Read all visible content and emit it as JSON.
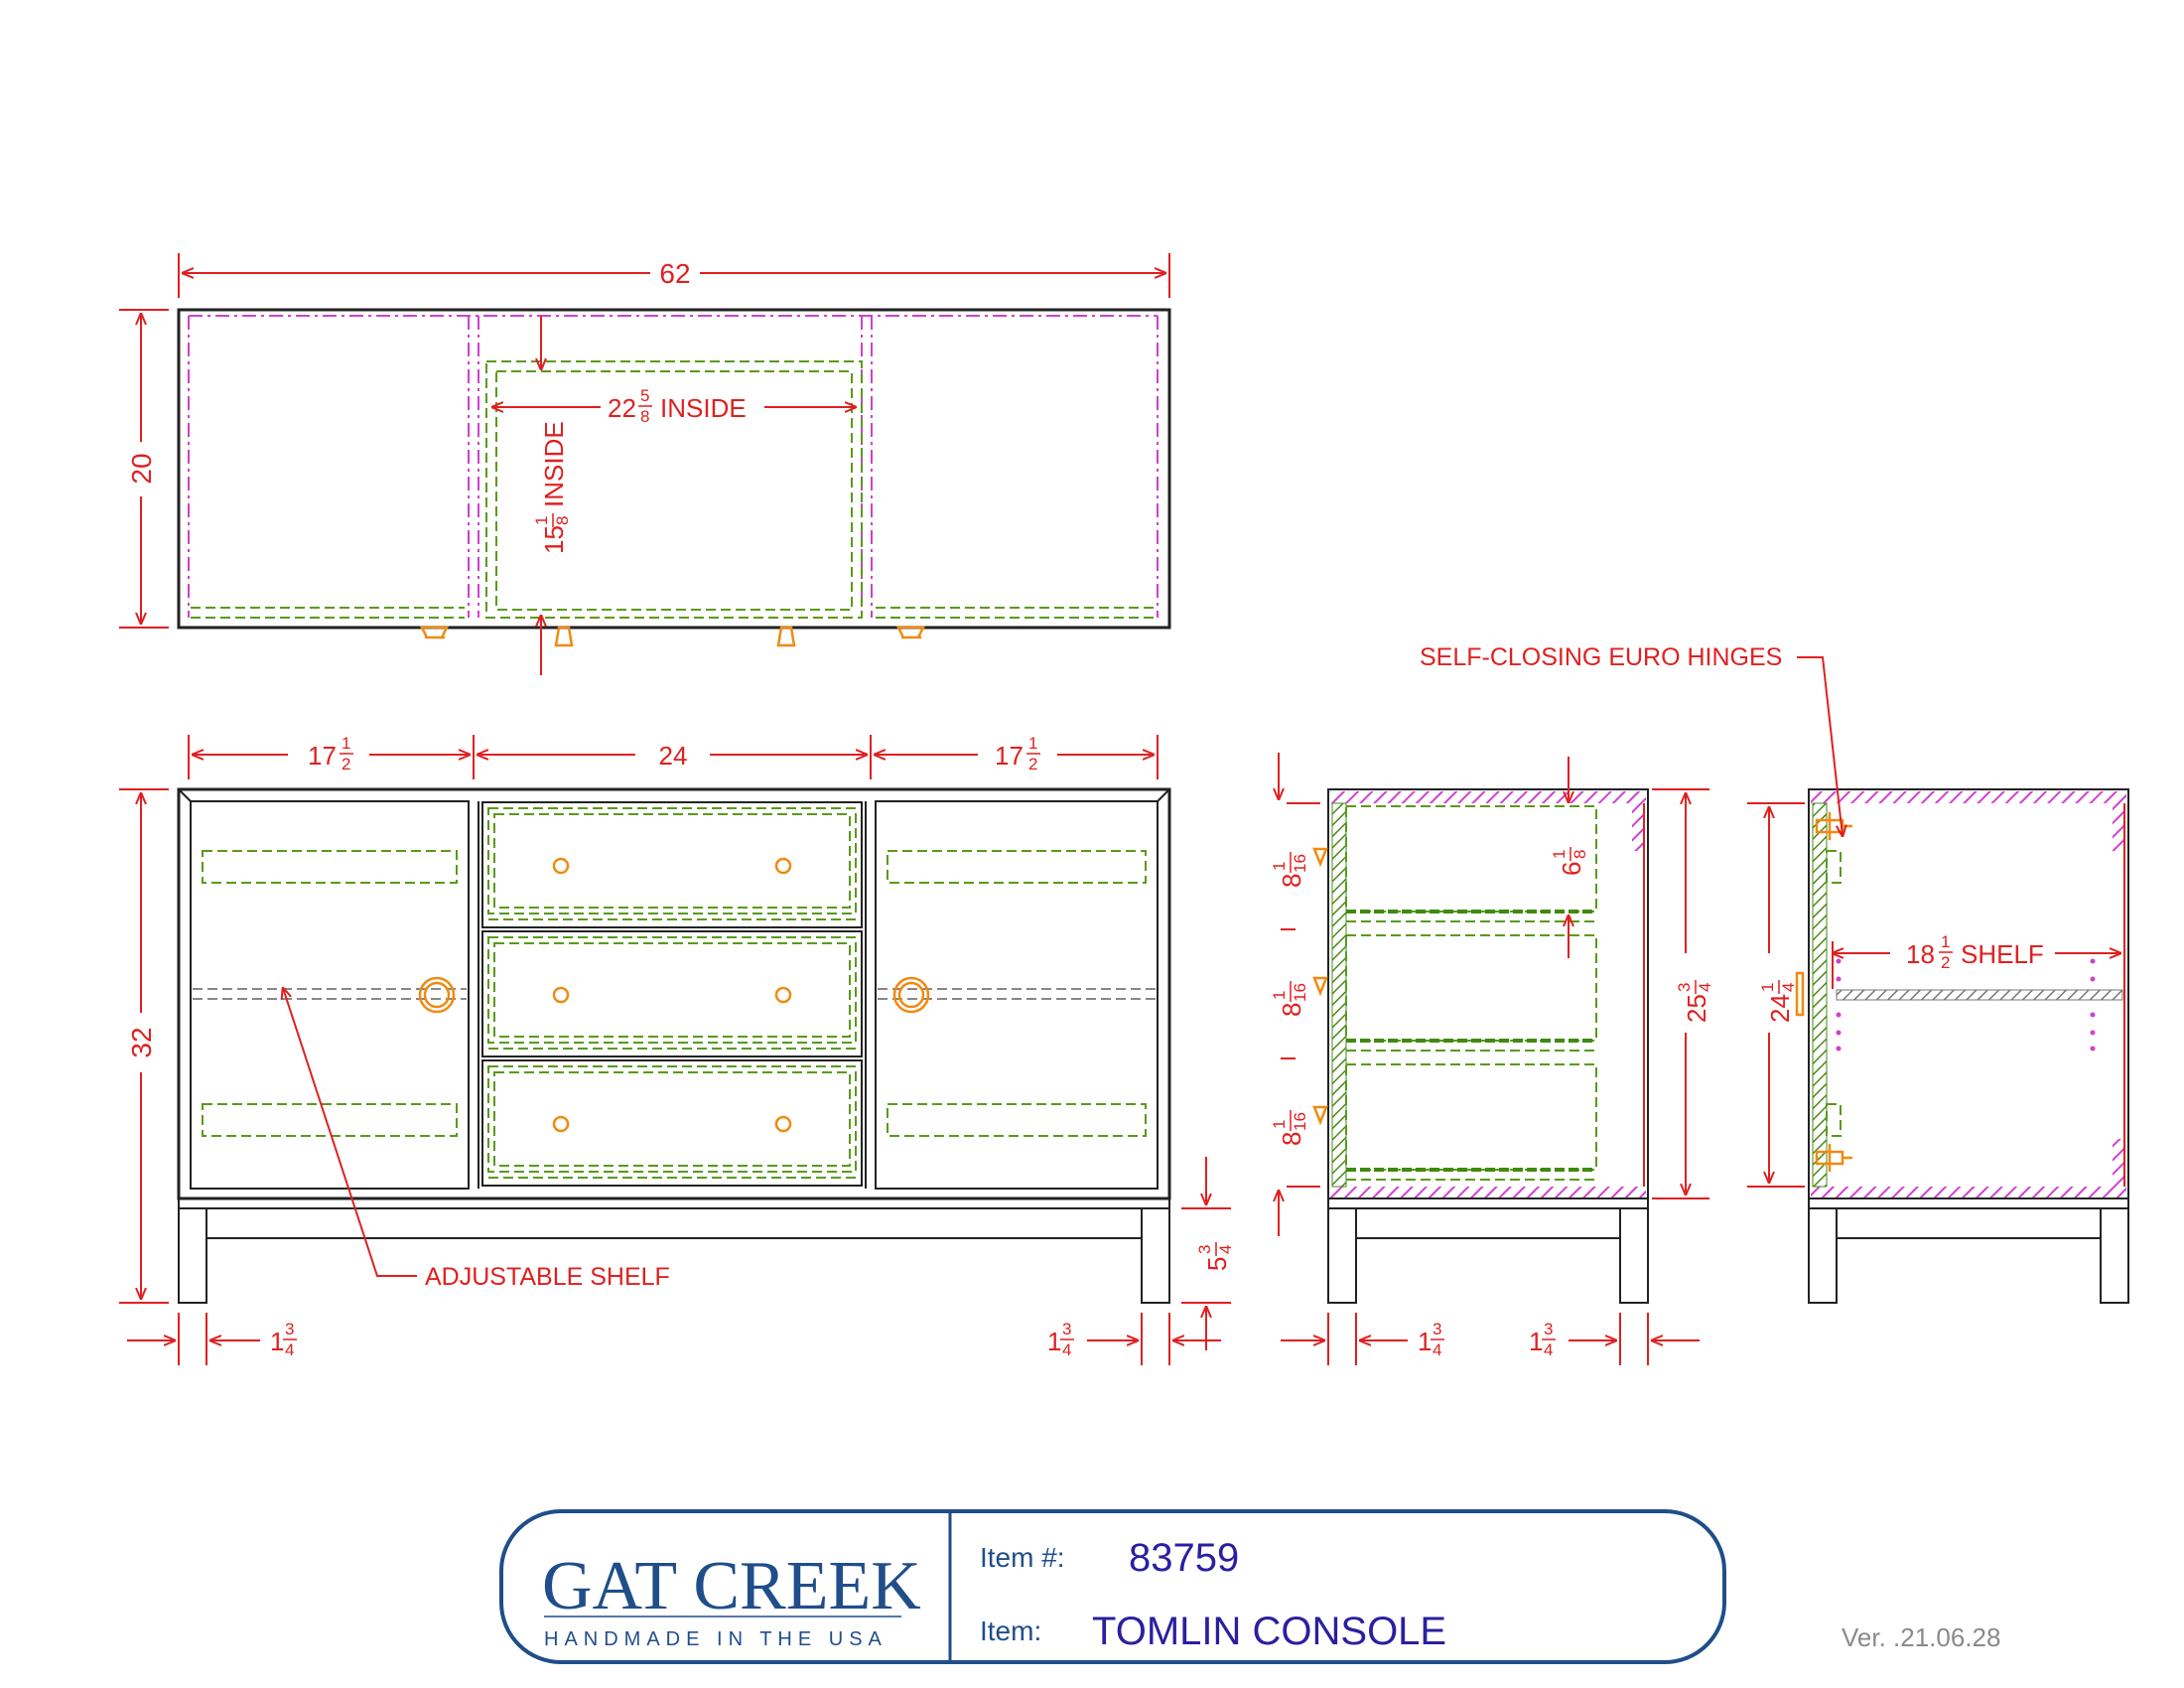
{
  "dimensions": {
    "top_width": "62",
    "top_depth": "20",
    "drawer_inside_width_whole": "22",
    "drawer_inside_width_num": "5",
    "drawer_inside_width_den": "8",
    "drawer_inside_width_label": "INSIDE",
    "drawer_inside_depth_whole": "15",
    "drawer_inside_depth_num": "1",
    "drawer_inside_depth_den": "8",
    "drawer_inside_depth_label": "INSIDE",
    "left_bay_whole": "17",
    "left_bay_num": "1",
    "left_bay_den": "2",
    "center_bay": "24",
    "right_bay_whole": "17",
    "right_bay_num": "1",
    "right_bay_den": "2",
    "overall_height": "32",
    "leg_height_whole": "5",
    "leg_height_num": "3",
    "leg_height_den": "4",
    "leg_inset_left_whole": "1",
    "leg_inset_left_num": "3",
    "leg_inset_left_den": "4",
    "leg_inset_right_whole": "1",
    "leg_inset_right_num": "3",
    "leg_inset_right_den": "4",
    "drawer_height_1_whole": "8",
    "drawer_height_1_num": "1",
    "drawer_height_1_den": "16",
    "drawer_height_2_whole": "8",
    "drawer_height_2_num": "1",
    "drawer_height_2_den": "16",
    "drawer_height_3_whole": "8",
    "drawer_height_3_num": "1",
    "drawer_height_3_den": "16",
    "drawer_inside_height_whole": "6",
    "drawer_inside_height_num": "1",
    "drawer_inside_height_den": "8",
    "side_height_whole": "25",
    "side_height_num": "3",
    "side_height_den": "4",
    "side_leg_left_whole": "1",
    "side_leg_left_num": "3",
    "side_leg_left_den": "4",
    "side_leg_right_whole": "1",
    "side_leg_right_num": "3",
    "side_leg_right_den": "4",
    "door_height_whole": "24",
    "door_height_num": "1",
    "door_height_den": "4",
    "shelf_depth_whole": "18",
    "shelf_depth_num": "1",
    "shelf_depth_den": "2",
    "shelf_label": "SHELF"
  },
  "notes": {
    "adjustable_shelf": "ADJUSTABLE SHELF",
    "hinges": "SELF-CLOSING EURO HINGES"
  },
  "title_block": {
    "brand": "GAT CREEK",
    "tagline": "HANDMADE IN THE USA",
    "item_number_label": "Item #:",
    "item_number": "83759",
    "item_label": "Item:",
    "item_name": "TOMLIN CONSOLE",
    "version": "Ver. .21.06.28"
  },
  "colors": {
    "dimension": "#e02020",
    "structure": "#222222",
    "drawer_box": "#5a9a1a",
    "panel_hidden": "#d040d0",
    "hardware": "#f08a10",
    "brand": "#1f4e8a"
  }
}
